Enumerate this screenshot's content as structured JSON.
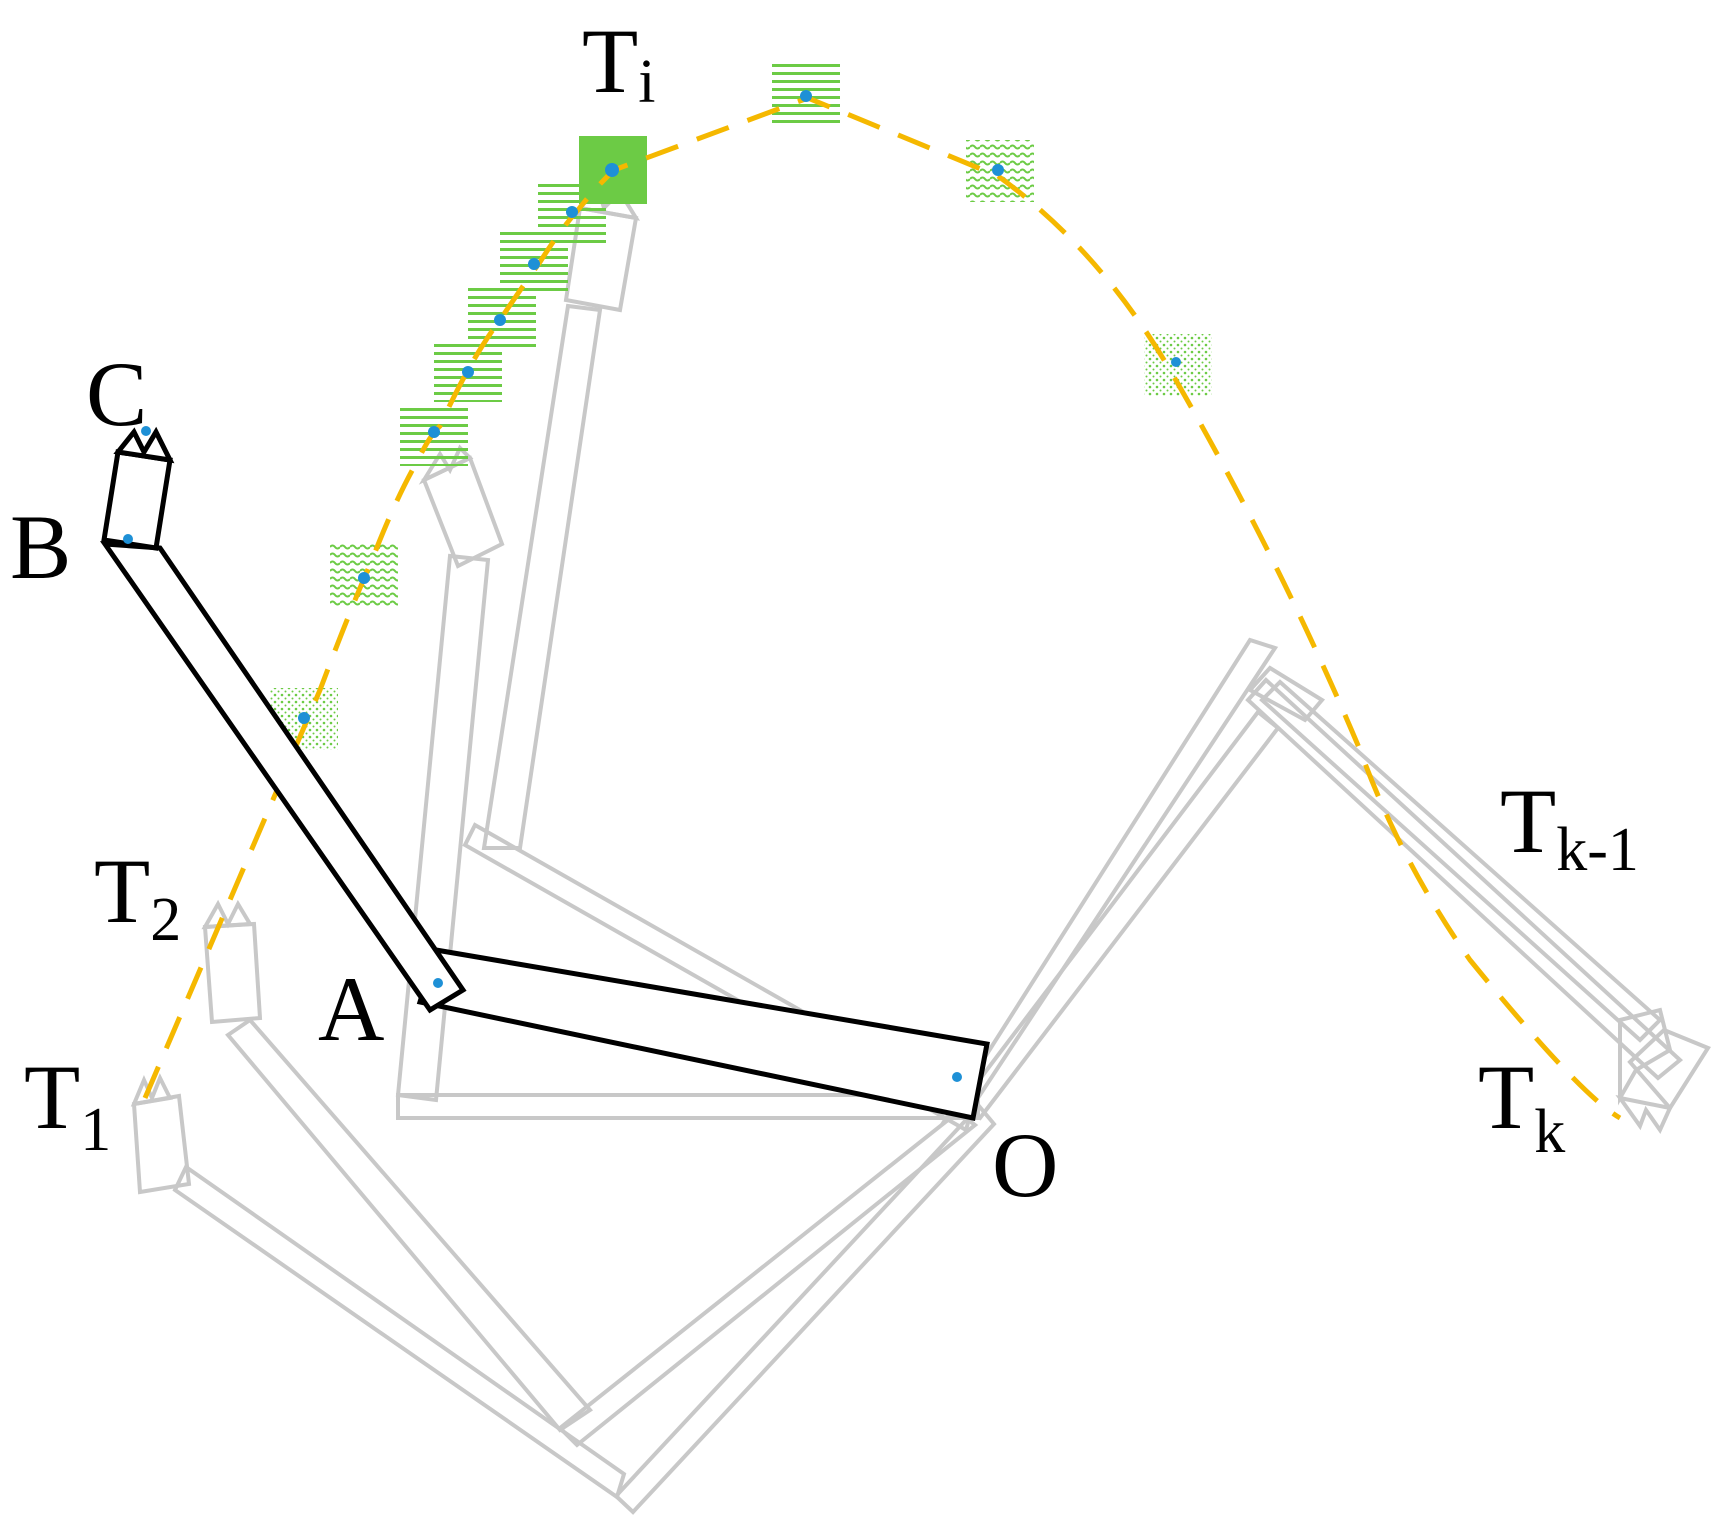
{
  "labels": {
    "joint_A": "A",
    "joint_B": "B",
    "tip_C": "C",
    "base_O": "O",
    "target_T1": {
      "main": "T",
      "sub": "1"
    },
    "target_T2": {
      "main": "T",
      "sub": "2"
    },
    "target_Ti": {
      "main": "T",
      "sub": "i"
    },
    "target_Tk1": {
      "main": "T",
      "sub": "k-1"
    },
    "target_Tk": {
      "main": "T",
      "sub": "k"
    }
  },
  "colors": {
    "trajectory": "#F5B800",
    "target_fill": "#6CCB45",
    "target_hatch": "#6CCB45",
    "waypoint_dot": "#1E90D6",
    "ghost_arm": "#C8C8C8",
    "active_arm": "#000000"
  },
  "icons": {
    "waypoint": "blue-dot",
    "target_region": "green-hatched-square",
    "current_target": "solid-green-square"
  }
}
